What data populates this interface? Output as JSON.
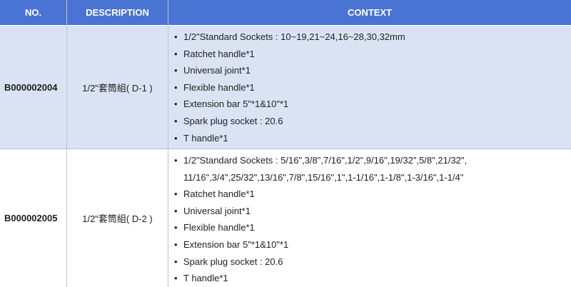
{
  "header": {
    "no": "NO.",
    "description": "DESCRIPTION",
    "context": "CONTEXT"
  },
  "rows": [
    {
      "no": "B000002004",
      "description": "1/2\"套筒組( D-1 )",
      "items": [
        "1/2\"Standard Sockets : 10~19,21~24,16~28,30,32mm",
        "Ratchet handle*1",
        "Universal joint*1",
        "Flexible handle*1",
        "Extension bar 5\"*1&10\"*1",
        "Spark plug socket : 20.6",
        "T handle*1"
      ]
    },
    {
      "no": "B000002005",
      "description": "1/2\"套筒組( D-2 )",
      "items": [
        "1/2\"Standard Sockets : 5/16\",3/8\",7/16\",1/2\",9/16\",19/32\",5/8\",21/32\", 11/16\",3/4\",25/32\",13/16\",7/8\",15/16\",1\",1-1/16\",1-1/8\",1-3/16\",1-1/4\"",
        "Ratchet handle*1",
        "Universal joint*1",
        "Flexible handle*1",
        "Extension bar 5\"*1&10\"*1",
        "Spark plug socket : 20.6",
        "T handle*1"
      ]
    }
  ]
}
